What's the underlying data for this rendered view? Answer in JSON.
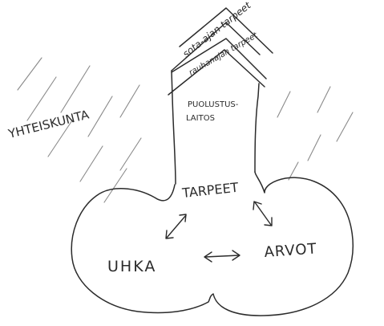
{
  "diagram": {
    "labels": {
      "society": "YHTEISKUNTA",
      "wartime_needs": "sota-ajan tarpeet",
      "peacetime_needs": "rauhanajan tarpeet",
      "defence_line1": "PUOLUSTUS-",
      "defence_line2": "LAITOS",
      "needs": "TARPEET",
      "threat": "UHKA",
      "values": "ARVOT"
    },
    "colors": {
      "ink": "#2b2b2b",
      "hatch": "#8a8a8a",
      "background": "#ffffff"
    }
  }
}
